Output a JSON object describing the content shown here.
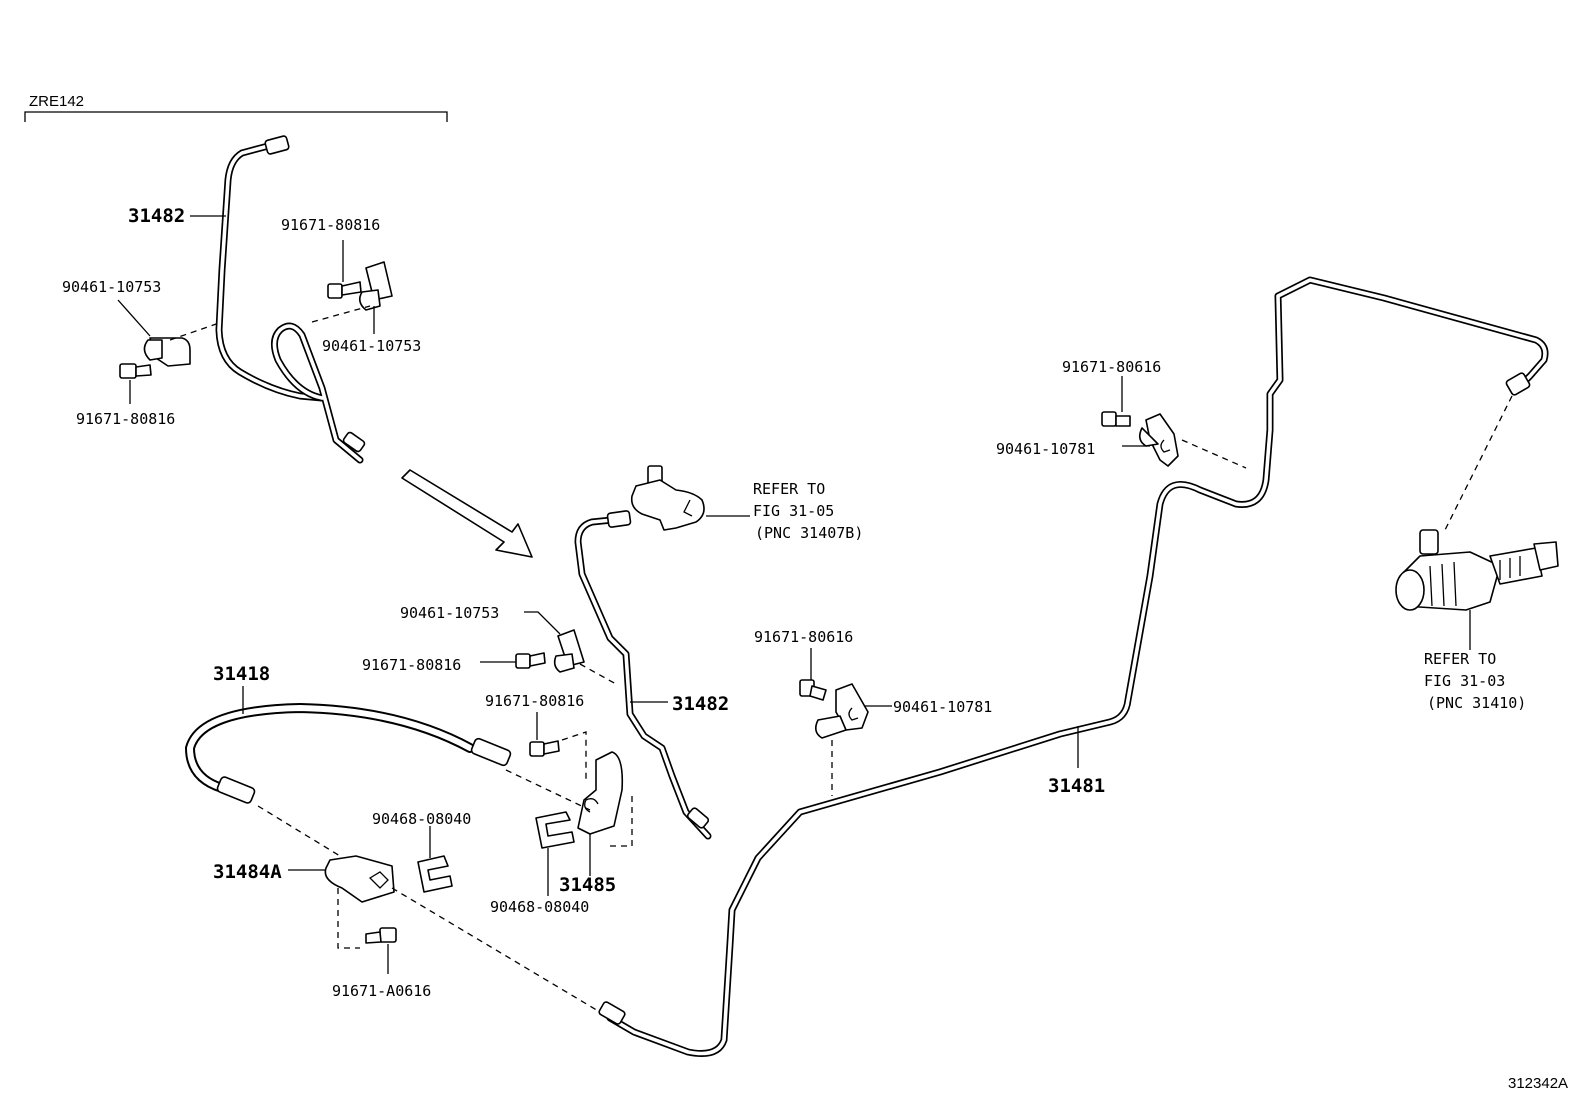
{
  "variant_label": "ZRE142",
  "figure_code": "312342A",
  "parts": {
    "p31482_inset": "31482",
    "p91671_80816_a": "91671-80816",
    "p90461_10753_a": "90461-10753",
    "p90461_10753_b": "90461-10753",
    "p91671_80816_b": "91671-80816",
    "p90461_10753_c": "90461-10753",
    "p91671_80816_c": "91671-80816",
    "p91671_80816_d": "91671-80816",
    "p31482_main": "31482",
    "p31418": "31418",
    "p31484a": "31484A",
    "p90468_08040_a": "90468-08040",
    "p90468_08040_b": "90468-08040",
    "p31485": "31485",
    "p91671_a0616": "91671-A0616",
    "p91671_80616_a": "91671-80616",
    "p90461_10781_a": "90461-10781",
    "p91671_80616_b": "91671-80616",
    "p90461_10781_b": "90461-10781",
    "p31481": "31481"
  },
  "references": {
    "ref_31_05": {
      "line1": "REFER TO",
      "line2": "FIG 31-05",
      "line3": "(PNC 31407B)"
    },
    "ref_31_03": {
      "line1": "REFER TO",
      "line2": "FIG 31-03",
      "line3": "(PNC 31410)"
    }
  }
}
